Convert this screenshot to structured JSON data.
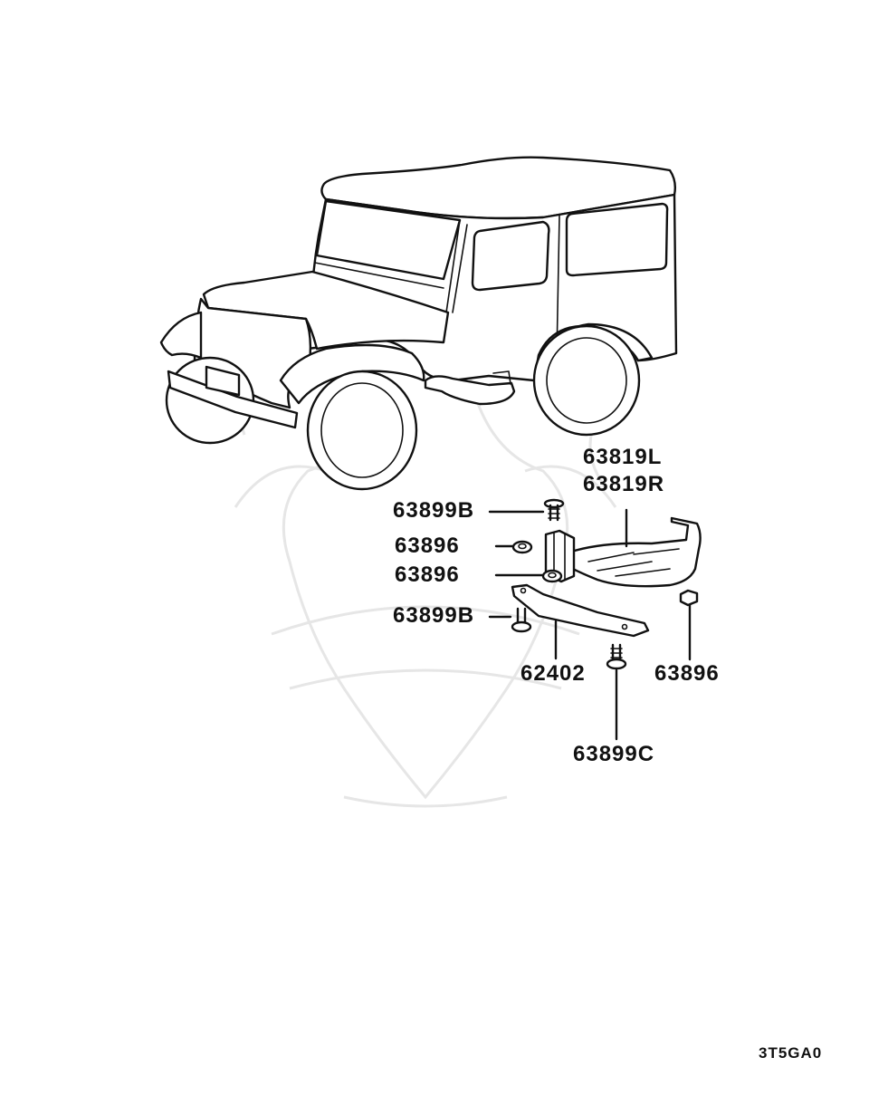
{
  "diagram": {
    "callouts": {
      "step_left": "63819L",
      "step_right": "63819R",
      "bolt_upper": "63899B",
      "nut_upper": "63896",
      "nut_middle": "63896",
      "bolt_lower": "63899B",
      "bracket": "62402",
      "nut_right": "63896",
      "bolt_bottom": "63899C"
    },
    "diagram_code": "3T5GA0",
    "line_color": "#111111",
    "watermark_color": "#e6e6e6"
  }
}
